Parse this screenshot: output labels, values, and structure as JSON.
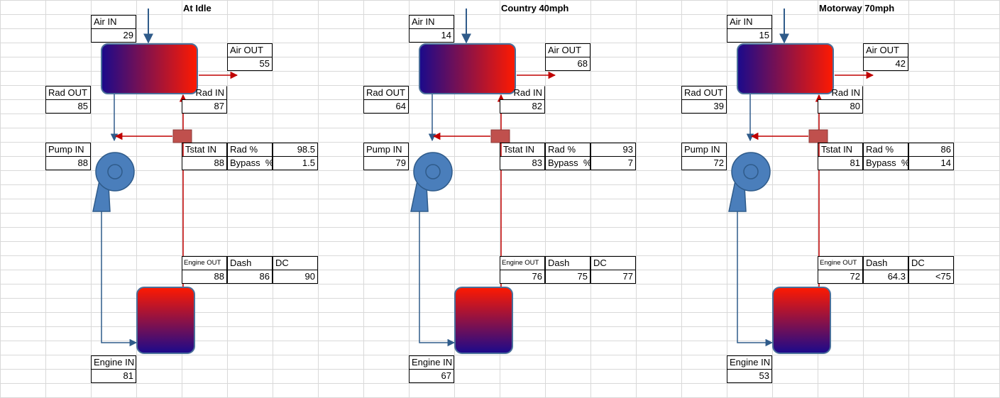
{
  "colors": {
    "pipe_hot": "#c00000",
    "pipe_cold": "#2f5b8a",
    "radiator_cold": "#1a0a8c",
    "radiator_hot": "#ff1a00",
    "engine_hot": "#ff1a00",
    "engine_cold": "#1a0a8c",
    "pump": "#4a7ebb",
    "thermostat": "#c0504d"
  },
  "labels": {
    "air_in": "Air IN",
    "air_out": "Air OUT",
    "rad_out": "Rad OUT",
    "rad_in": "Rad IN",
    "pump_in": "Pump IN",
    "tstat_in": "Tstat IN",
    "rad_pct": "Rad %",
    "bypass_pct": "Bypass  %",
    "engine_out": "Engine OUT",
    "dash": "Dash",
    "dc": "DC",
    "engine_in": "Engine IN"
  },
  "icons": {
    "radiator": "radiator-icon",
    "pump": "pump-icon",
    "thermostat": "thermostat-icon",
    "engine": "engine-block-icon"
  },
  "scenarios": [
    {
      "title": "At Idle",
      "air_in": "29",
      "air_out": "55",
      "rad_out": "85",
      "rad_in": "87",
      "pump_in": "88",
      "tstat_in": "88",
      "rad_pct": "98.5",
      "bypass_pct": "1.5",
      "engine_out": "88",
      "dash": "86",
      "dc": "90",
      "engine_in": "81"
    },
    {
      "title": "Country 40mph",
      "air_in": "14",
      "air_out": "68",
      "rad_out": "64",
      "rad_in": "82",
      "pump_in": "79",
      "tstat_in": "83",
      "rad_pct": "93",
      "bypass_pct": "7",
      "engine_out": "76",
      "dash": "75",
      "dc": "77",
      "engine_in": "67"
    },
    {
      "title": "Motorway 70mph",
      "air_in": "15",
      "air_out": "42",
      "rad_out": "39",
      "rad_in": "80",
      "pump_in": "72",
      "tstat_in": "81",
      "rad_pct": "86",
      "bypass_pct": "14",
      "engine_out": "72",
      "dash": "64.3",
      "dc": "<75",
      "engine_in": "53"
    }
  ]
}
